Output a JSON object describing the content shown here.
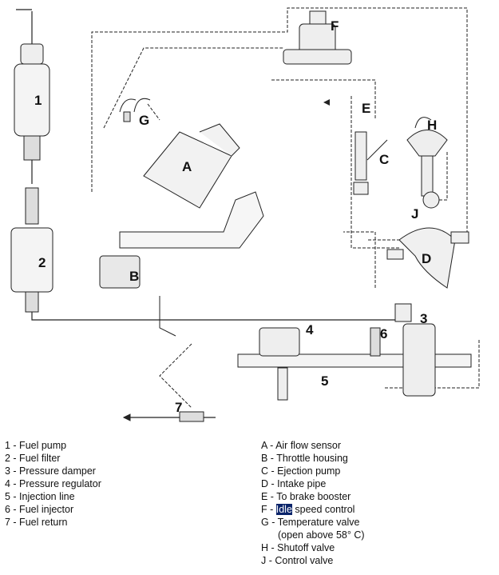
{
  "diagram": {
    "markers": {
      "m1": "1",
      "m2": "2",
      "m3": "3",
      "m4": "4",
      "m5": "5",
      "m6": "6",
      "m7": "7",
      "mA": "A",
      "mB": "B",
      "mC": "C",
      "mD": "D",
      "mE": "E",
      "mF": "F",
      "mG": "G",
      "mH": "H",
      "mJ": "J"
    }
  },
  "legend": {
    "left": [
      "1 - Fuel pump",
      "2 - Fuel filter",
      "3 - Pressure damper",
      "4 - Pressure regulator",
      "5 - Injection line",
      "6 - Fuel injector",
      "7 - Fuel return"
    ],
    "right": {
      "A": "A - Air flow sensor",
      "B": "B - Throttle housing",
      "C": "C - Ejection pump",
      "D": "D - Intake pipe",
      "E": "E - To brake booster",
      "F_prefix": "F - ",
      "F_highlight": "Idle",
      "F_suffix": " speed control",
      "G": "G - Temperature valve",
      "G_note": "(open above 58° C)",
      "H": "H - Shutoff valve",
      "J": "J - Control valve"
    },
    "highlight_color": "#0a246a"
  }
}
